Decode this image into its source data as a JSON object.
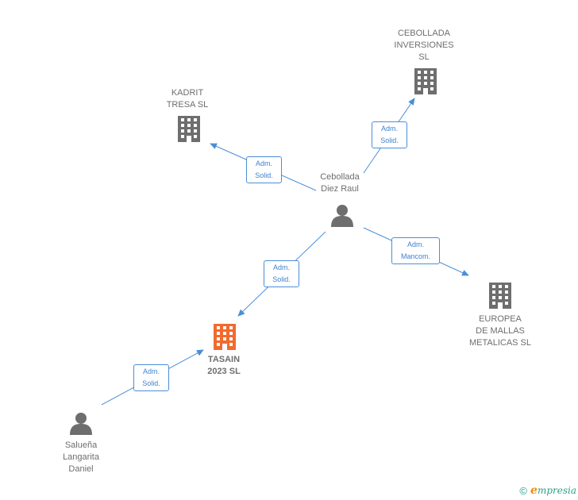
{
  "colors": {
    "edge": "#4a8fd6",
    "company": "#6e6e6e",
    "company_focus": "#f26a2e",
    "person": "#6e6e6e"
  },
  "nodes": {
    "cebollada_inversiones": {
      "label": "CEBOLLADA\nINVERSIONES\nSL",
      "icon": "building-icon"
    },
    "kadrit_tresa": {
      "label": "KADRIT\nTRESA  SL",
      "icon": "building-icon"
    },
    "cebollada_diez_raul": {
      "label": "Cebollada\nDiez Raul",
      "icon": "person-icon"
    },
    "europea_mallas": {
      "label": "EUROPEA\nDE MALLAS\nMETALICAS SL",
      "icon": "building-icon"
    },
    "tasain_2023": {
      "label": "TASAIN\n2023  SL",
      "icon": "building-icon"
    },
    "saluena_langarita": {
      "label": "Salueña\nLangarita\nDaniel",
      "icon": "person-icon"
    }
  },
  "relations": {
    "to_inversiones": "Adm.\nSolid.",
    "to_kadrit": "Adm.\nSolid.",
    "to_europea": "Adm.\nMancom.",
    "to_tasain_from_raul": "Adm.\nSolid.",
    "to_tasain_from_daniel": "Adm.\nSolid."
  },
  "footer": {
    "copyright": "©",
    "brand_e": "e",
    "brand_rest": "mpresia"
  }
}
